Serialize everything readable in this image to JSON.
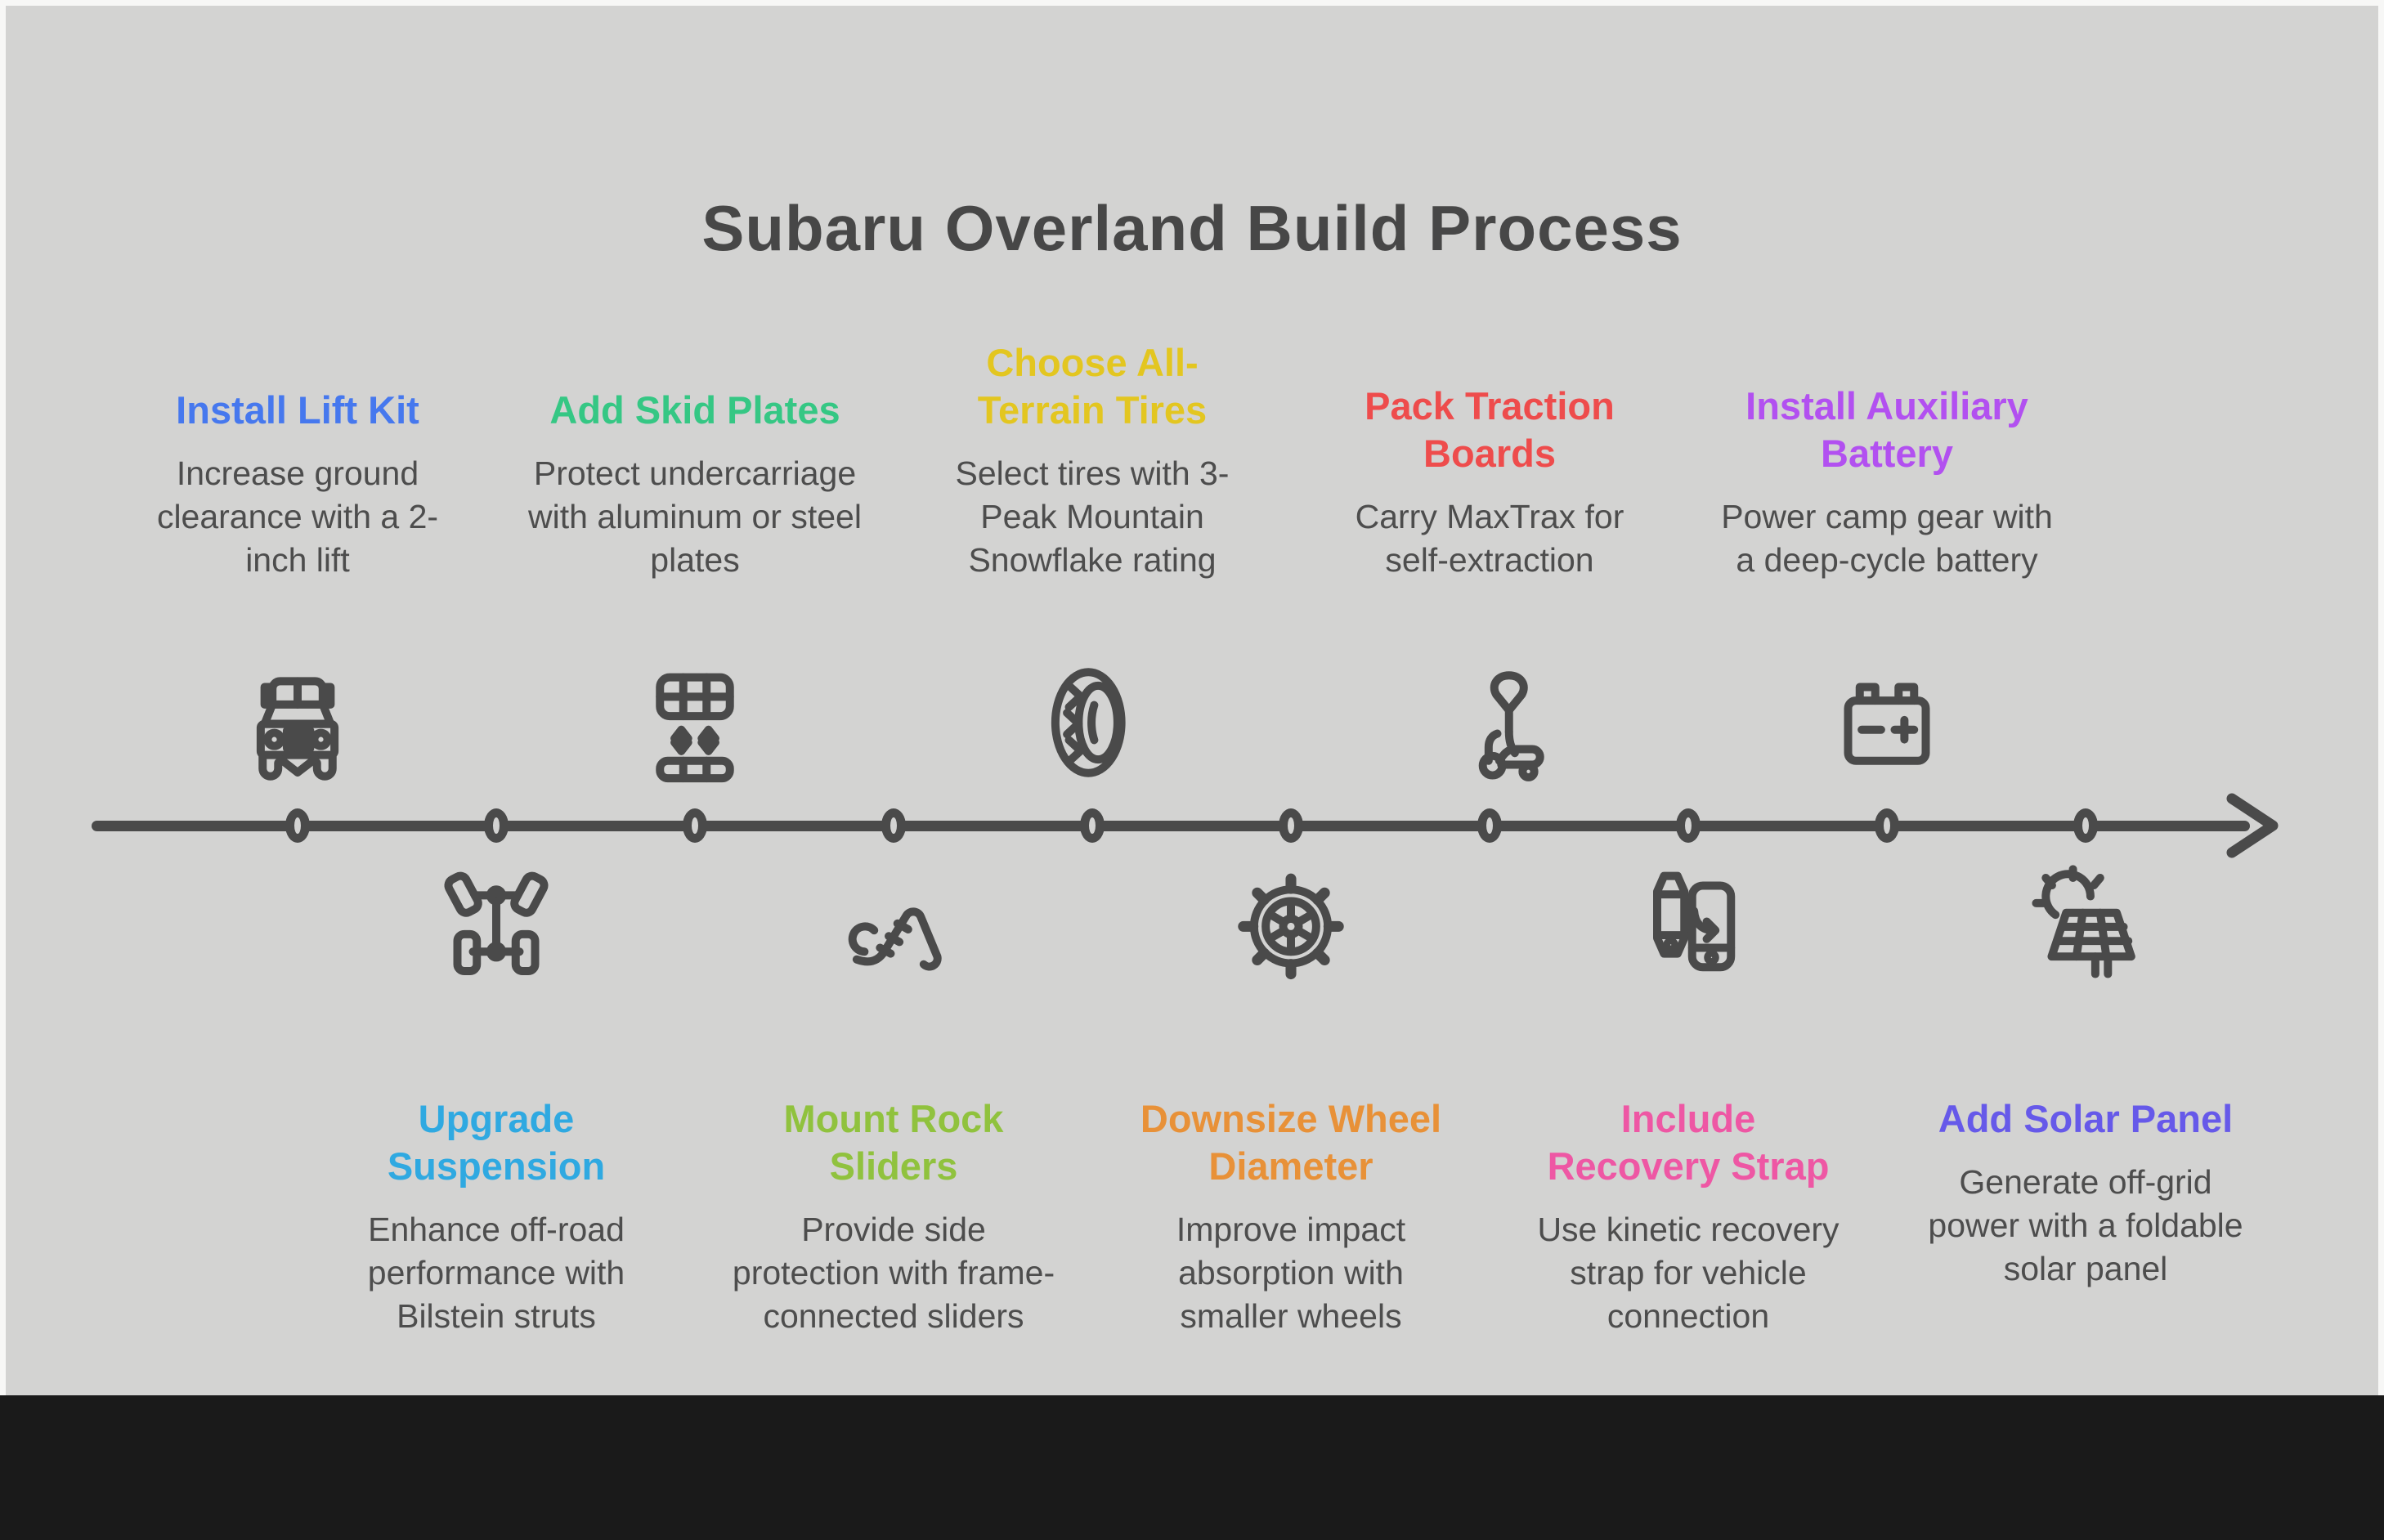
{
  "page": {
    "title": "Subaru Overland Build Process",
    "background_color": "#d3d3d2",
    "frame_color": "#f7f7f6",
    "footer_band_color": "#1a1a1a",
    "line_color": "#4a4a4a",
    "text_color": "#4d4d4d"
  },
  "timeline": {
    "direction": "left-to-right",
    "node_count": 10,
    "arrow_icon": "arrow-right-chevron"
  },
  "steps": [
    {
      "title": "Install Lift Kit",
      "description": "Increase ground clearance with a 2-inch lift",
      "accent": "#4678ee",
      "position": "top",
      "icon": "suv-front-icon"
    },
    {
      "title": "Upgrade Suspension",
      "description": "Enhance off-road performance with Bilstein struts",
      "accent": "#2fa9e1",
      "position": "bottom",
      "icon": "axle-suspension-icon"
    },
    {
      "title": "Add Skid Plates",
      "description": "Protect undercarriage with aluminum or steel plates",
      "accent": "#35c784",
      "position": "top",
      "icon": "skid-plates-icon"
    },
    {
      "title": "Mount Rock Sliders",
      "description": "Provide side protection with frame-connected sliders",
      "accent": "#90c23e",
      "position": "bottom",
      "icon": "rock-slider-icon"
    },
    {
      "title": "Choose All-Terrain Tires",
      "description": "Select tires with 3-Peak Mountain Snowflake rating",
      "accent": "#e3c620",
      "position": "top",
      "icon": "tire-icon"
    },
    {
      "title": "Downsize Wheel Diameter",
      "description": "Improve impact absorption with smaller wheels",
      "accent": "#e89138",
      "position": "bottom",
      "icon": "gear-wheel-icon"
    },
    {
      "title": "Pack Traction Boards",
      "description": "Carry MaxTrax for self-extraction",
      "accent": "#ee4c4c",
      "position": "top",
      "icon": "pallet-jack-icon"
    },
    {
      "title": "Include Recovery Strap",
      "description": "Use kinetic recovery strap for vehicle connection",
      "accent": "#ee57a4",
      "position": "bottom",
      "icon": "watch-phone-sync-icon"
    },
    {
      "title": "Install Auxiliary Battery",
      "description": "Power camp gear with a deep-cycle battery",
      "accent": "#b250f0",
      "position": "top",
      "icon": "car-battery-icon"
    },
    {
      "title": "Add Solar Panel",
      "description": "Generate off-grid power with a foldable solar panel",
      "accent": "#6659e9",
      "position": "bottom",
      "icon": "solar-panel-icon"
    }
  ]
}
